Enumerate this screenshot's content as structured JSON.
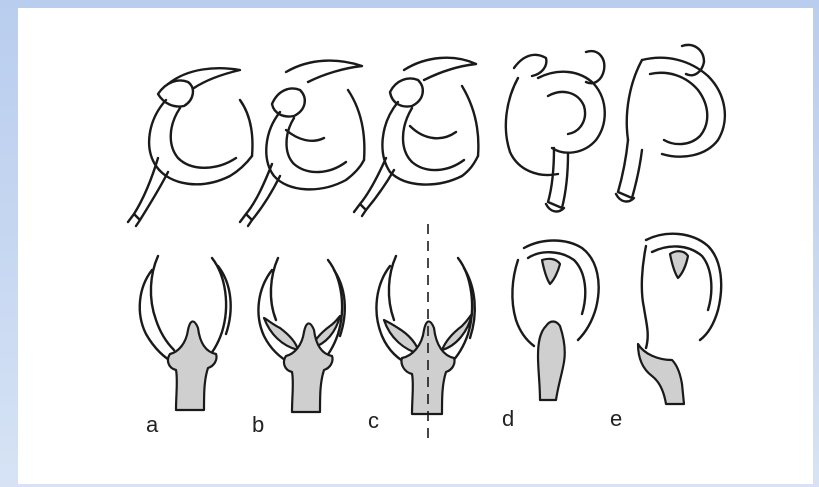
{
  "figure": {
    "panel_labels": [
      "a",
      "b",
      "c",
      "d",
      "e"
    ]
  }
}
